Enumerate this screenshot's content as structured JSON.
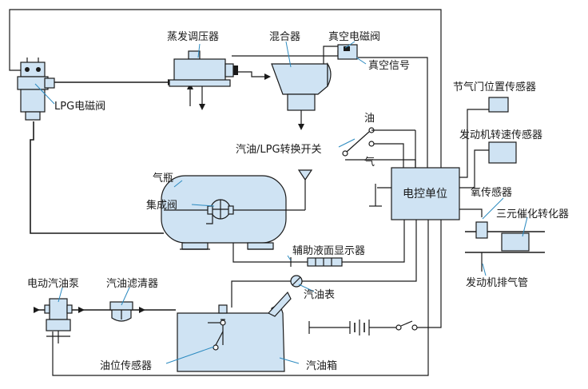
{
  "labels": {
    "evaporator": "蒸发调压器",
    "mixer": "混合器",
    "vacuum_valve": "真空电磁阀",
    "vacuum_signal": "真空信号",
    "lpg_valve": "LPG电磁阀",
    "throttle_sensor": "节气门位置传感器",
    "oil": "油",
    "switch": "汽油/LPG转换开关",
    "gas": "气",
    "speed_sensor": "发动机转速传感器",
    "cylinder": "气瓶",
    "ecu": "电控单位",
    "o2_sensor": "氧传感器",
    "valve_assembly": "集成阀",
    "catalyst": "三元催化转化器",
    "level_display": "辅助液面显示器",
    "fuel_pump": "电动汽油泵",
    "fuel_filter": "汽油滤清器",
    "fuel_gauge": "汽油表",
    "exhaust": "发动机排气管",
    "level_sensor": "油位传感器",
    "fuel_tank": "汽油箱"
  }
}
